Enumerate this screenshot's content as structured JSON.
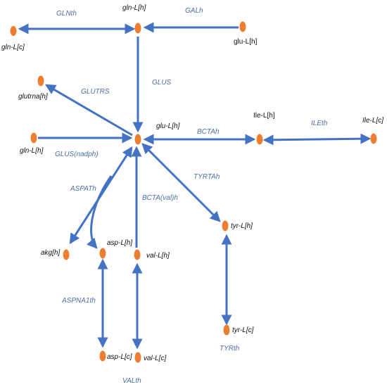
{
  "colors": {
    "node": "#ED7D31",
    "edge": "#4472C4",
    "reaction_label": "#4F6FA6"
  },
  "nodes": {
    "gln_c": {
      "label": "gln-L[c]"
    },
    "gln_h_top": {
      "label": "gln-L[h]"
    },
    "glu_h_top": {
      "label": "glu-L[h]"
    },
    "glutrna": {
      "label": "glutrna[h]"
    },
    "gln_h_left": {
      "label": "gln-L[h]"
    },
    "glu_h_center": {
      "label": "glu-L[h]"
    },
    "ile_h": {
      "label": "Ile-L[h]"
    },
    "ile_c": {
      "label": "Ile-L[c]"
    },
    "akg": {
      "label": "akg[h]"
    },
    "asp_h": {
      "label": "asp-L[h]"
    },
    "val_h": {
      "label": "val-L[h]"
    },
    "tyr_h": {
      "label": "tyr-L[h]"
    },
    "tyr_c": {
      "label": "tyr-L[c]"
    },
    "asp_c": {
      "label": "asp-L[c]"
    },
    "val_c": {
      "label": "val-L[c]"
    }
  },
  "reactions": {
    "glnth": "GLNth",
    "galh": "GALh",
    "glus": "GLUS",
    "glutrs": "GLUTRS",
    "glus_nadph": "GLUS(nadph)",
    "bctah": "BCTAh",
    "ileth": "ILEth",
    "aspath": "ASPATh",
    "tyrtah": "TYRTAh",
    "bcta_val": "BCTA(val)h",
    "aspna1th": "ASPNA1th",
    "tyrth": "TYRth",
    "valth": "VALth"
  }
}
